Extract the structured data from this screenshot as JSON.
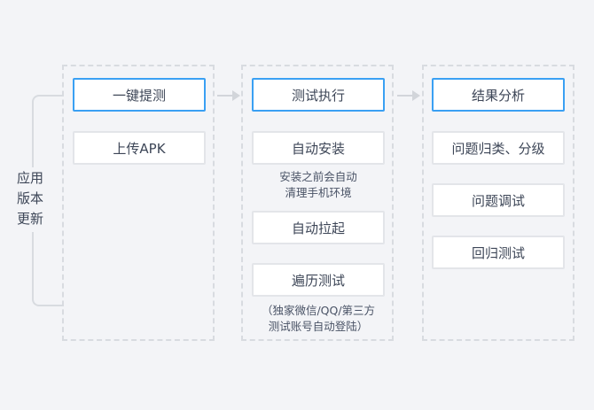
{
  "side_label": [
    "应用",
    "版本",
    "更新"
  ],
  "columns": [
    {
      "items": [
        "一键提测",
        "上传APK"
      ]
    },
    {
      "items": [
        "测试执行",
        "自动安装",
        "自动拉起",
        "遍历测试"
      ],
      "notes": {
        "install": [
          "安装之前会自动",
          "清理手机环境"
        ],
        "traverse": [
          "（独家微信/QQ/第三方",
          "测试账号自动登陆）"
        ]
      }
    },
    {
      "items": [
        "结果分析",
        "问题归类、分级",
        "问题调试",
        "回归测试"
      ]
    }
  ],
  "colors": {
    "highlight": "#3aa0f3",
    "border": "#e3e5e9",
    "background": "#f3f4f7"
  }
}
